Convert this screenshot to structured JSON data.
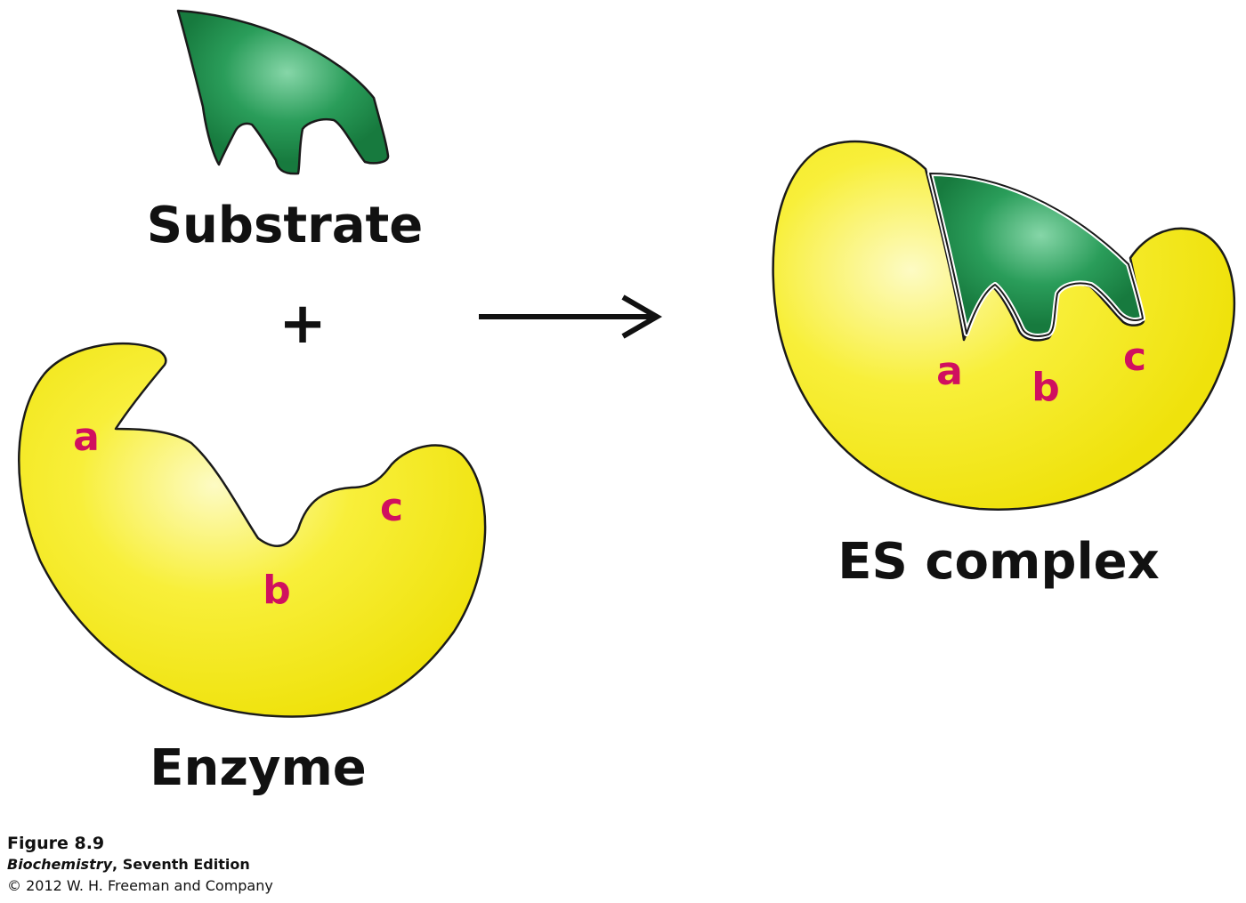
{
  "labels": {
    "substrate": "Substrate",
    "plus": "+",
    "enzyme": "Enzyme",
    "es_complex": "ES complex"
  },
  "sites": {
    "a": "a",
    "b": "b",
    "c": "c"
  },
  "caption": {
    "figure": "Figure 8.9",
    "book_title": "Biochemistry",
    "book_edition": ", Seventh Edition",
    "copyright": "© 2012 W. H. Freeman and Company"
  },
  "colors": {
    "enzyme_fill": "#f7ec1a",
    "enzyme_highlight": "#fdfbb8",
    "substrate_fill": "#1f8f4c",
    "substrate_highlight": "#7cd0a0",
    "site_label": "#d0105f",
    "outline": "#1a1a1a"
  }
}
